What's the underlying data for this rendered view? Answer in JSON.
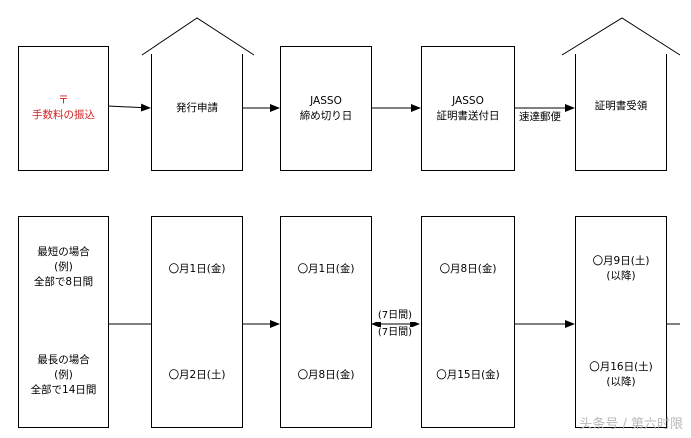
{
  "top_row": {
    "postal_mark": "〒",
    "fee": "手数料の振込",
    "apply": "発行申請",
    "deadline": [
      "JASSO",
      "締め切り日"
    ],
    "shipping": [
      "JASSO",
      "証明書送付日"
    ],
    "express_mail": "速達郵便",
    "receipt": "証明書受領"
  },
  "shortest": {
    "label": [
      "最短の場合",
      "(例)",
      "全部で8日間"
    ],
    "apply_date": "〇月1日(金)",
    "deadline_date": "〇月1日(金)",
    "shipping_date": "〇月8日(金)",
    "receipt_date": [
      "〇月9日(土)",
      "(以降)"
    ]
  },
  "longest": {
    "label": [
      "最長の場合",
      "(例)",
      "全部で14日間"
    ],
    "apply_date": "〇月2日(土)",
    "deadline_date": "〇月8日(金)",
    "shipping_date": "〇月15日(金)",
    "receipt_date": [
      "〇月16日(土)",
      "(以降)"
    ]
  },
  "interval": [
    "(7日間)",
    "(7日間)"
  ],
  "watermark": "头条号 / 第六时限",
  "colors": {
    "accent_red": "#d42020",
    "line": "#000000",
    "watermark": "#b9b9b9"
  }
}
